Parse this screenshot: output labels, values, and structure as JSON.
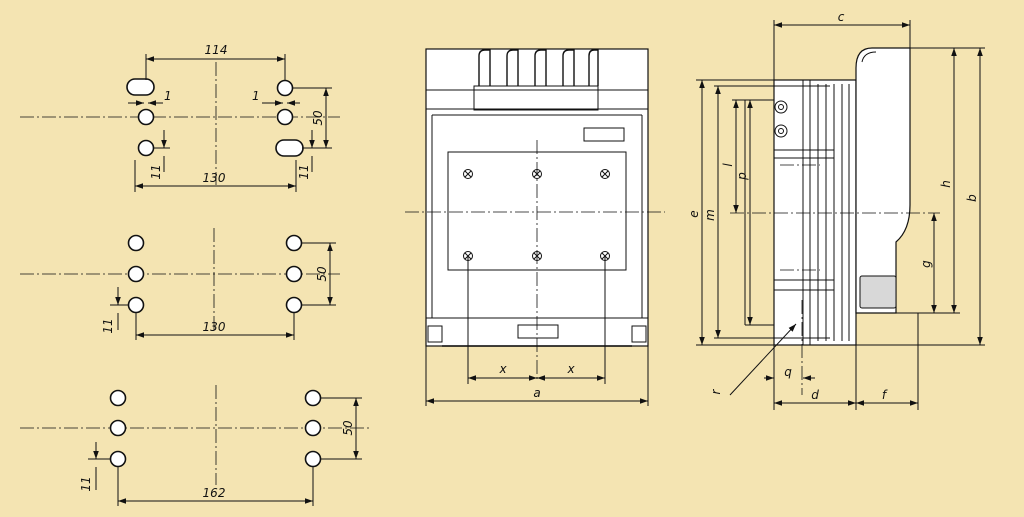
{
  "colors": {
    "background": "#f4e4b2",
    "line": "#111111",
    "body_fill": "#ffffff"
  },
  "pattern1": {
    "width_top": "114",
    "gap_left": "1",
    "gap_right": "1",
    "height": "50",
    "offset_left": "11",
    "offset_right": "11",
    "width_bottom": "130"
  },
  "pattern2": {
    "height": "50",
    "offset": "11",
    "width": "130"
  },
  "pattern3": {
    "height": "50",
    "offset": "11",
    "width": "162"
  },
  "front": {
    "x_left": "x",
    "x_right": "x",
    "a": "a"
  },
  "side": {
    "c": "c",
    "b": "b",
    "h": "h",
    "g": "g",
    "e": "e",
    "m": "m",
    "l": "l",
    "p": "p",
    "q": "q",
    "r": "r",
    "d": "d",
    "f": "f"
  }
}
